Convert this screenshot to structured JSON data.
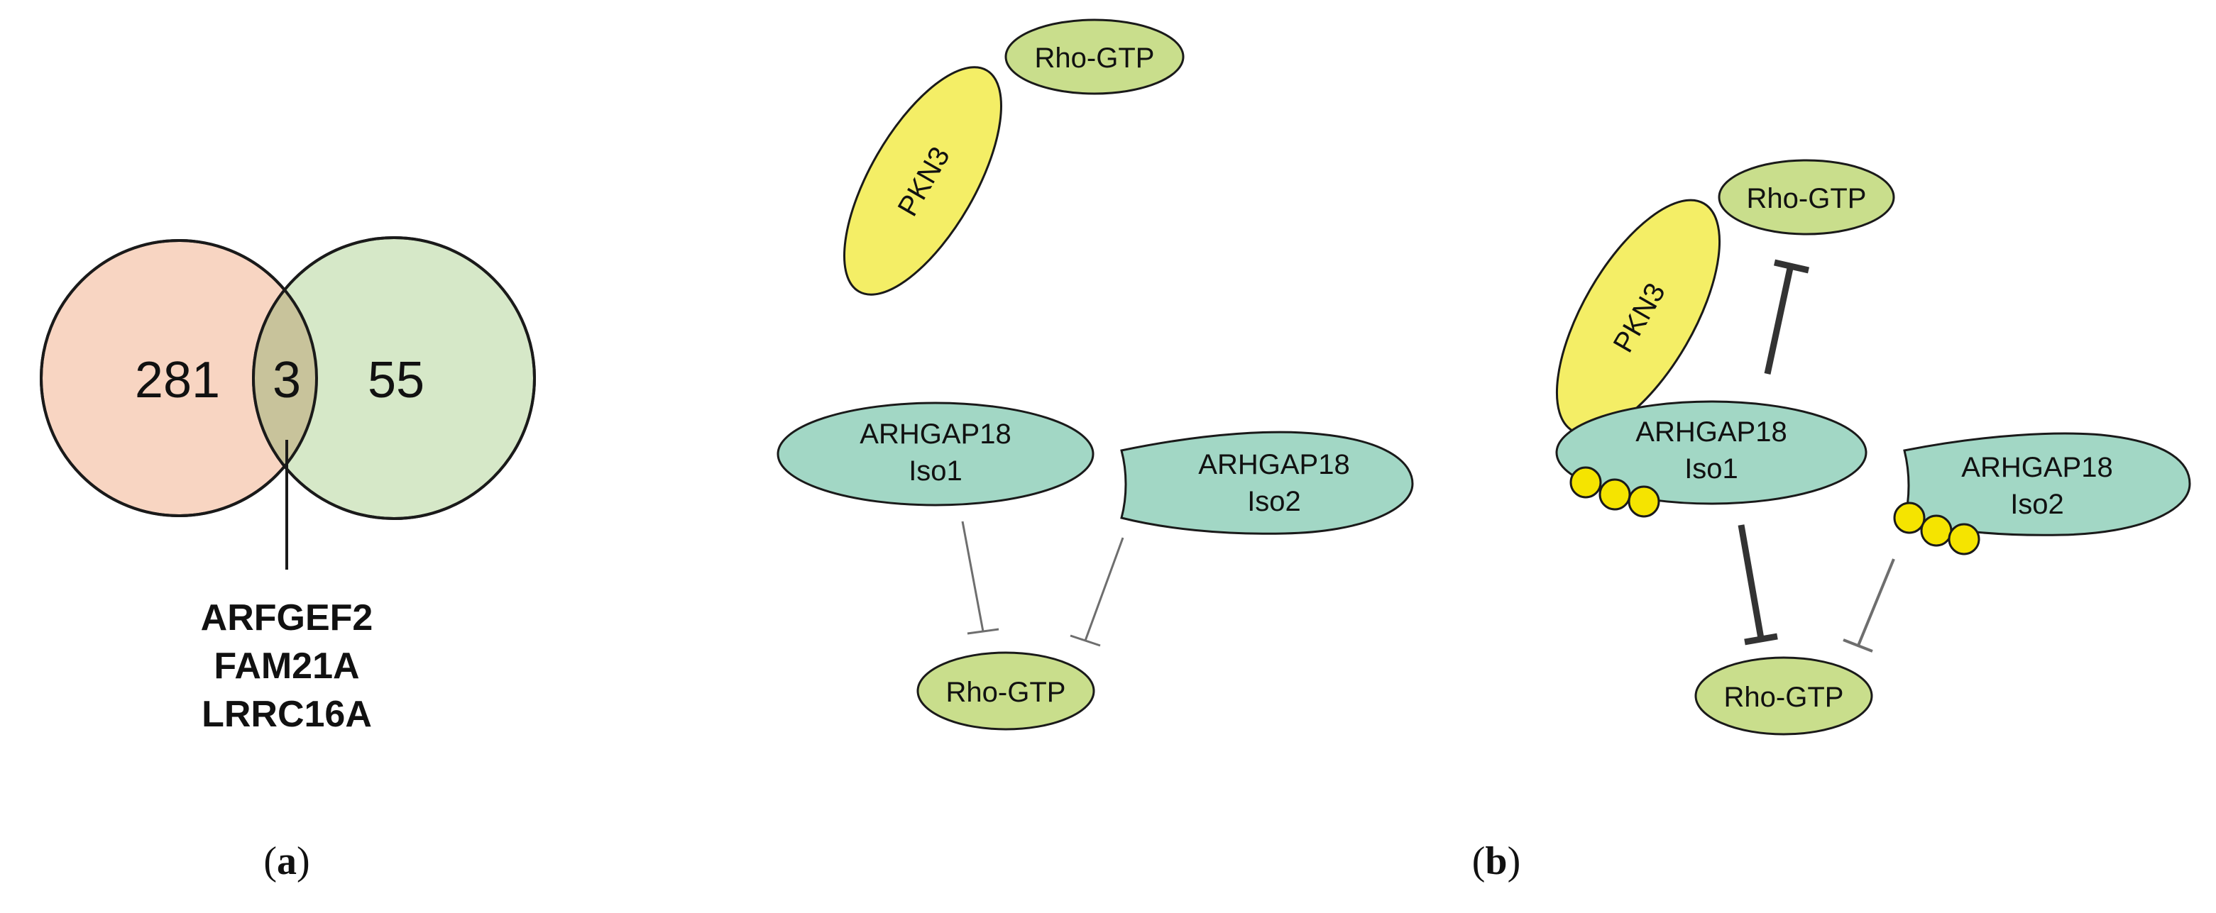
{
  "panel_a": {
    "venn": {
      "left_count": "281",
      "overlap_count": "3",
      "right_count": "55",
      "overlap_genes": [
        "ARFGEF2",
        "FAM21A",
        "LRRC16A"
      ]
    },
    "caption_open": "(",
    "caption_letter": "a",
    "caption_close": ")"
  },
  "panel_b": {
    "left_scheme": {
      "rho_top": "Rho-GTP",
      "pkn3": "PKN3",
      "iso1_line1": "ARHGAP18",
      "iso1_line2": "Iso1",
      "iso2_line1": "ARHGAP18",
      "iso2_line2": "Iso2",
      "rho_bottom": "Rho-GTP"
    },
    "right_scheme": {
      "rho_top": "Rho-GTP",
      "pkn3": "PKN3",
      "iso1_line1": "ARHGAP18",
      "iso1_line2": "Iso1",
      "iso2_line1": "ARHGAP18",
      "iso2_line2": "Iso2",
      "rho_bottom": "Rho-GTP"
    },
    "caption_open": "(",
    "caption_letter": "b",
    "caption_close": ")"
  },
  "colors": {
    "venn_left_fill": "#F8D5C2",
    "venn_right_fill": "#D6E8C8",
    "venn_overlap_fill": "#C8C39B",
    "rho_fill": "#C9DE8C",
    "pkn3_fill": "#F4EE66",
    "arhgap_fill": "#A2D7C5",
    "phospho_fill": "#F5E400",
    "line": "#1a1a1a",
    "thin_line": "#6e6e6e"
  }
}
